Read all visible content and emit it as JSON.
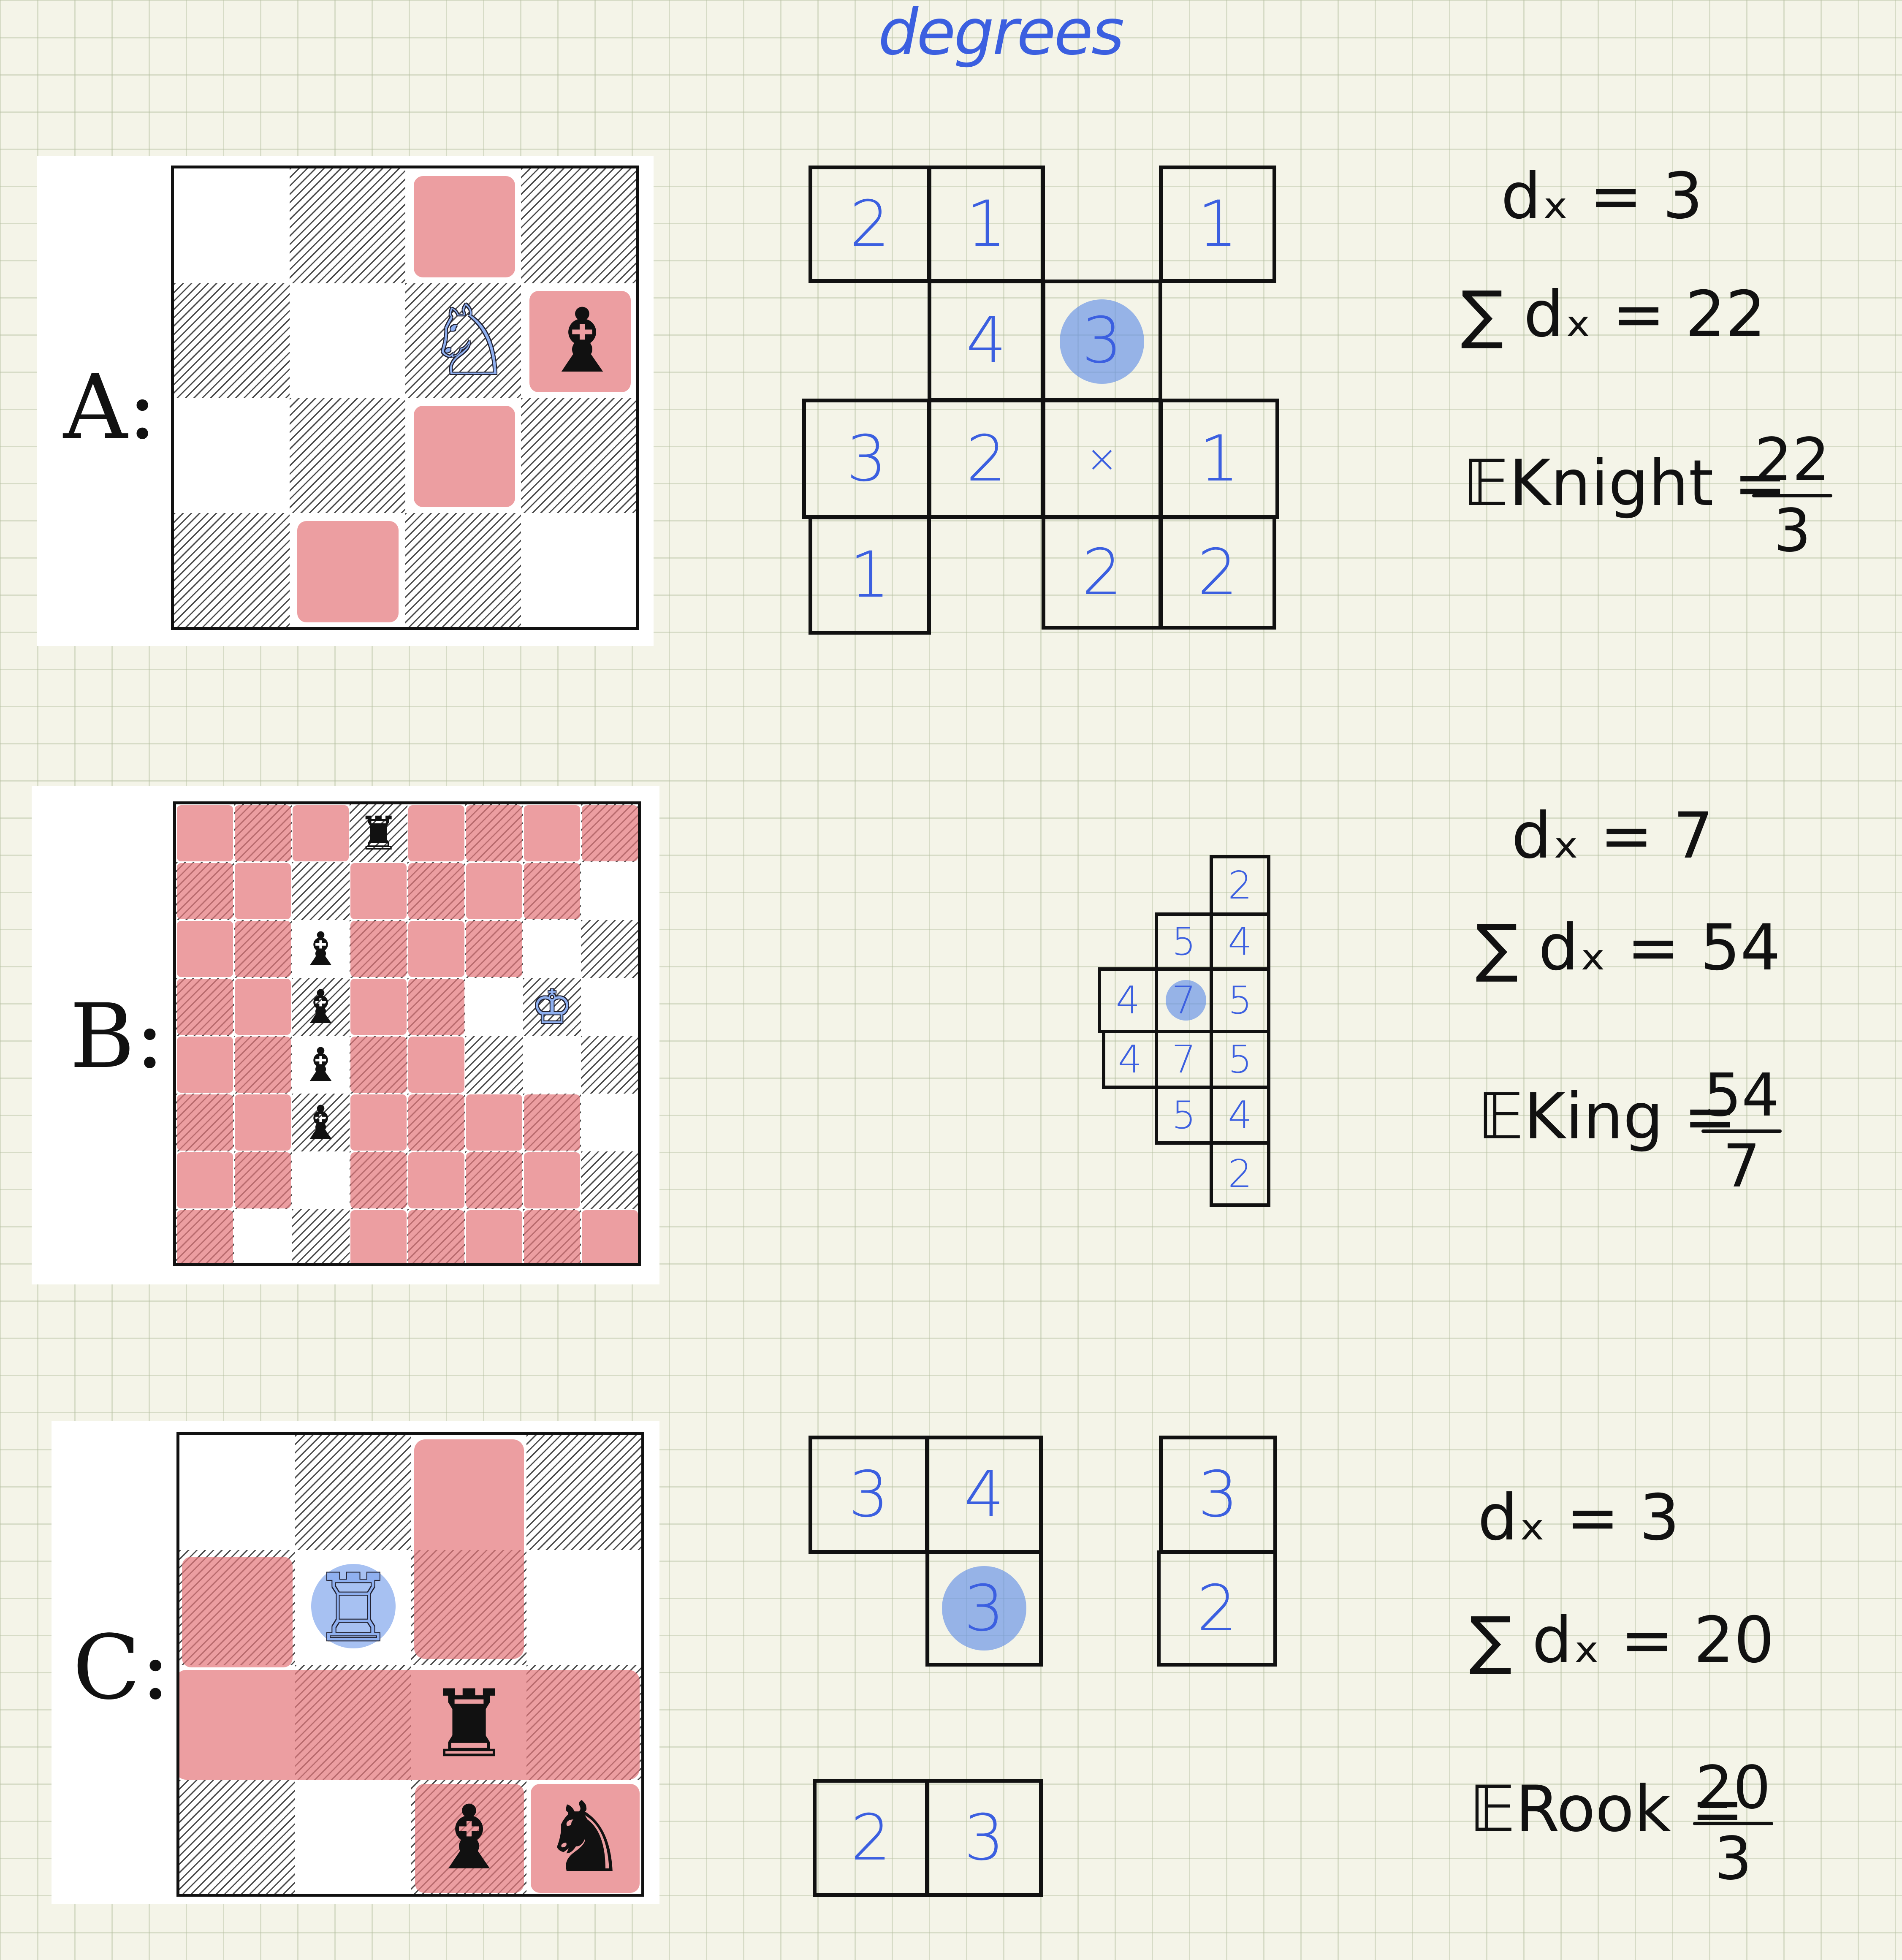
{
  "title": "degrees",
  "sections": [
    {
      "id": "A",
      "label": "A:",
      "board_size": 4,
      "piece_name": "Knight",
      "cells": [
        {
          "r": 0,
          "c": 0,
          "v": "2"
        },
        {
          "r": 0,
          "c": 1,
          "v": "1"
        },
        {
          "r": 0,
          "c": 3,
          "v": "1"
        },
        {
          "r": 1,
          "c": 1,
          "v": "4"
        },
        {
          "r": 1,
          "c": 2,
          "v": "3",
          "highlight": true
        },
        {
          "r": 2,
          "c": 0,
          "v": "3"
        },
        {
          "r": 2,
          "c": 1,
          "v": "2"
        },
        {
          "r": 2,
          "c": 2,
          "v": "×"
        },
        {
          "r": 2,
          "c": 3,
          "v": "1"
        },
        {
          "r": 3,
          "c": 0,
          "v": "1"
        },
        {
          "r": 3,
          "c": 2,
          "v": "2"
        },
        {
          "r": 3,
          "c": 3,
          "v": "2"
        }
      ],
      "dx_label": "dₓ = 3",
      "sum_label": "∑ dₓ = 22",
      "sum_subscript": "x",
      "e_label": "𝔼Knight =",
      "frac_num": "22",
      "frac_den": "3"
    },
    {
      "id": "B",
      "label": "B:",
      "board_size": 8,
      "piece_name": "King",
      "cells": [
        {
          "r": 0,
          "c": 2,
          "v": "2"
        },
        {
          "r": 1,
          "c": 1,
          "v": "5"
        },
        {
          "r": 1,
          "c": 2,
          "v": "4"
        },
        {
          "r": 2,
          "c": 0,
          "v": "4"
        },
        {
          "r": 2,
          "c": 1,
          "v": "7",
          "highlight": true
        },
        {
          "r": 2,
          "c": 2,
          "v": "5"
        },
        {
          "r": 3,
          "c": 0,
          "v": "4"
        },
        {
          "r": 3,
          "c": 1,
          "v": "7"
        },
        {
          "r": 3,
          "c": 2,
          "v": "5"
        },
        {
          "r": 4,
          "c": 1,
          "v": "5"
        },
        {
          "r": 4,
          "c": 2,
          "v": "4"
        },
        {
          "r": 5,
          "c": 2,
          "v": "2"
        }
      ],
      "dx_label": "dₓ = 7",
      "sum_label": "∑ dₓ = 54",
      "sum_subscript": "x",
      "e_label": "𝔼King =",
      "frac_num": "54",
      "frac_den": "7"
    },
    {
      "id": "C",
      "label": "C:",
      "board_size": 4,
      "piece_name": "Rook",
      "cells_group1": [
        {
          "r": 0,
          "c": 0,
          "v": "3"
        },
        {
          "r": 0,
          "c": 1,
          "v": "4"
        },
        {
          "r": 1,
          "c": 1,
          "v": "3",
          "highlight": true
        }
      ],
      "cells_group2": [
        {
          "r": 0,
          "c": 0,
          "v": "3"
        },
        {
          "r": 1,
          "c": 0,
          "v": "2"
        }
      ],
      "cells_group3": [
        {
          "r": 0,
          "c": 0,
          "v": "2"
        },
        {
          "r": 0,
          "c": 1,
          "v": "3"
        }
      ],
      "dx_label": "dₓ = 3",
      "sum_label": "∑ dₓ = 20",
      "sum_subscript": "x",
      "e_label": "𝔼Rook =",
      "frac_num": "20",
      "frac_den": "3"
    }
  ],
  "pieces": {
    "black_knight": "♞",
    "black_bishop": "♝",
    "black_rook": "♜",
    "white_knight": "♘",
    "white_king": "♔",
    "white_rook": "♖"
  },
  "colors": {
    "accent_blue": "#3b5fe0",
    "highlight_red": "#e4787d",
    "highlight_blue": "#78a0eb",
    "paper": "#f4f4e8"
  }
}
